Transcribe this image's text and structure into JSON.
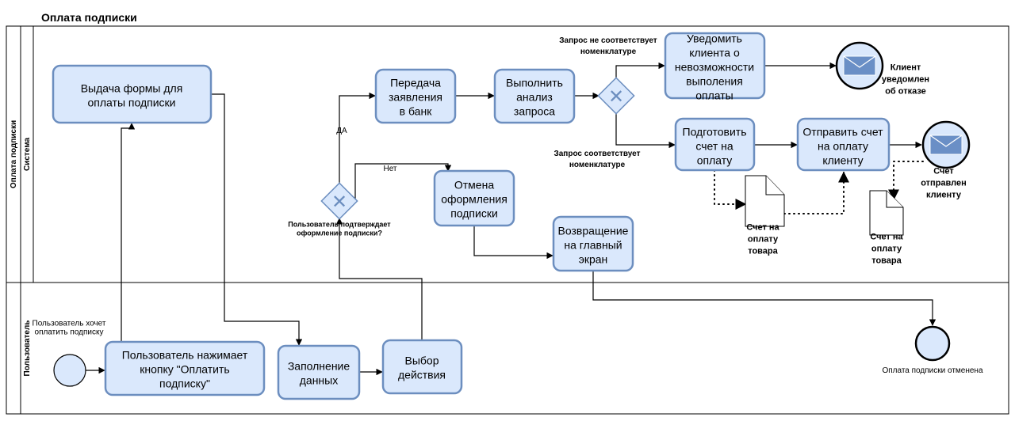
{
  "title": "Оплата подписки",
  "pool_label": "Оплата подписки",
  "lanes": {
    "system": "Система",
    "user": "Пользователь"
  },
  "events": {
    "start": "Пользователь хочет оплатить подписку",
    "end_refused": "Клиент уведомлен об отказе",
    "end_invoice_sent": "Счет отправлен клиенту",
    "end_cancelled": "Оплата подписки отменена"
  },
  "tasks": {
    "issue_form": "Выдача формы для оплаты подписки",
    "transfer_to_bank": "Передача заявления в банк",
    "analyze_request": "Выполнить анализ запроса",
    "notify_client": "Уведомить клиента о невозможности выполения оплаты",
    "prepare_invoice": "Подготовить счет на оплату",
    "send_invoice": "Отправить счет на оплату клиенту",
    "cancel_order": "Отмена оформления подписки",
    "return_main": "Возвращение на главный экран",
    "user_click": "Пользователь нажимает кнопку \"Оплатить подписку\"",
    "fill_data": "Заполнение данных",
    "choose_action": "Выбор действия"
  },
  "gateways": {
    "confirm": "Пользователь подтверждает оформление подписки?",
    "nomenclature_mismatch": "Запрос не соответствует номенклатуре",
    "nomenclature_match": "Запрос соответствует номенклатуре"
  },
  "flow_labels": {
    "yes": "ДА",
    "no": "Нет"
  },
  "documents": {
    "invoice_1": "Счет на оплату товара",
    "invoice_2": "Счет на оплату товара"
  },
  "colors": {
    "task_fill": "#dae8fc",
    "task_stroke": "#6c8ebf",
    "line": "#000000",
    "envelope": "#6a8fc6"
  },
  "icons": {
    "gateway": "x-gateway-icon",
    "message_event": "envelope-icon",
    "document": "document-icon"
  }
}
